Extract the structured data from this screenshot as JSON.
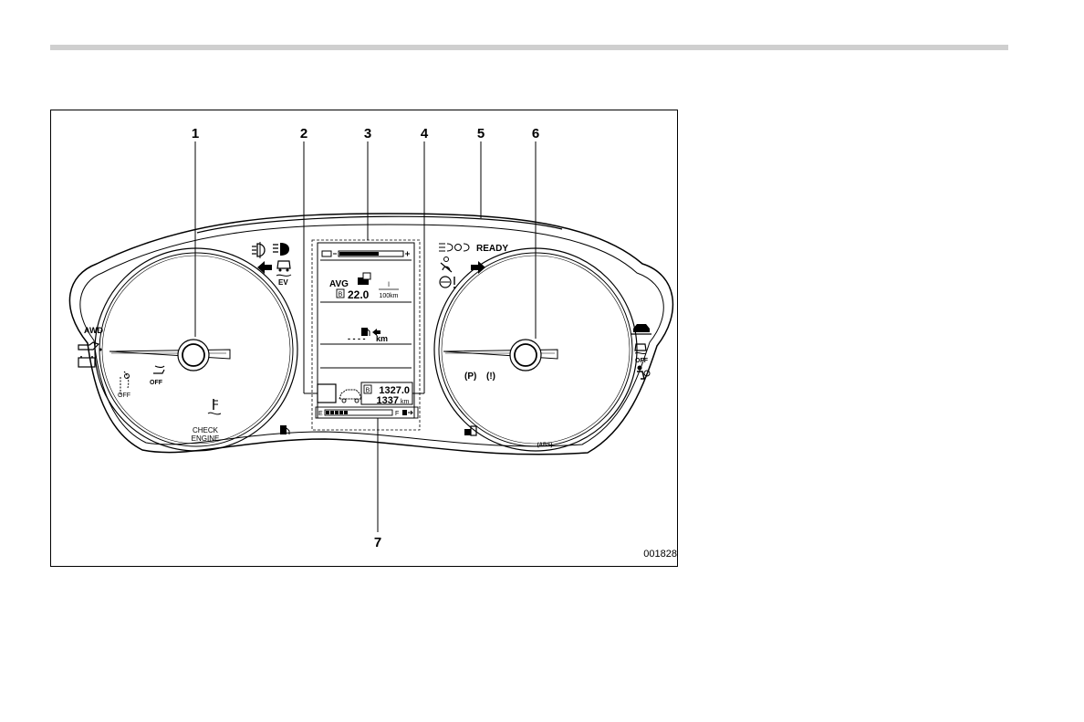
{
  "callouts": [
    "1",
    "2",
    "3",
    "4",
    "5",
    "6",
    "7"
  ],
  "figure_id": "001828",
  "left_gauge": {
    "awd_label": "AWD",
    "off_label": "OFF",
    "check_engine_line1": "CHECK",
    "check_engine_line2": "ENGINE"
  },
  "top_left_indicators": {
    "ev_label": "EV"
  },
  "top_right_indicators": {
    "ready_label": "READY"
  },
  "display": {
    "avg_label": "AVG",
    "avg_value": "22.0",
    "avg_unit_top": "l",
    "avg_unit_bottom": "100km",
    "range_value": "- - - -",
    "range_unit": "km",
    "trip_value": "1327.0",
    "odo_value": "1337",
    "odo_unit": "km",
    "fuel_empty": "E",
    "fuel_full": "F",
    "trip_letter": "B",
    "avg_letter": "B"
  },
  "right_gauge": {
    "off_label": "OFF",
    "parking_label": "(P)",
    "brake_label": "(!)",
    "abs_label": "(ABS)"
  }
}
